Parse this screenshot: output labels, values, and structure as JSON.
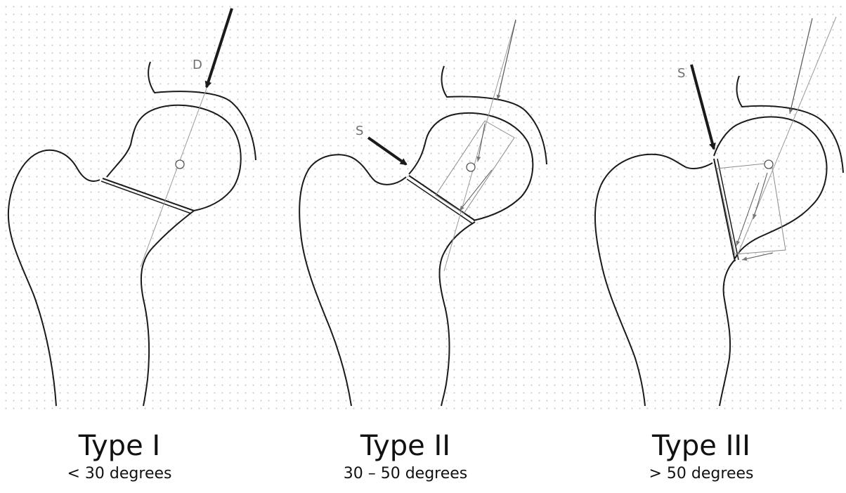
{
  "panels": [
    {
      "type": "Type I",
      "angle": "< 30 degrees",
      "force_label": "D"
    },
    {
      "type": "Type II",
      "angle": "30 – 50 degrees",
      "force_label": "S"
    },
    {
      "type": "Type III",
      "angle": "> 50 degrees",
      "force_label": "S"
    }
  ],
  "colors": {
    "outline": "#1a1a1a",
    "guide": "#8a8a8a",
    "label": "#6f6f6f",
    "dot_grid": "#c9c9c9"
  }
}
